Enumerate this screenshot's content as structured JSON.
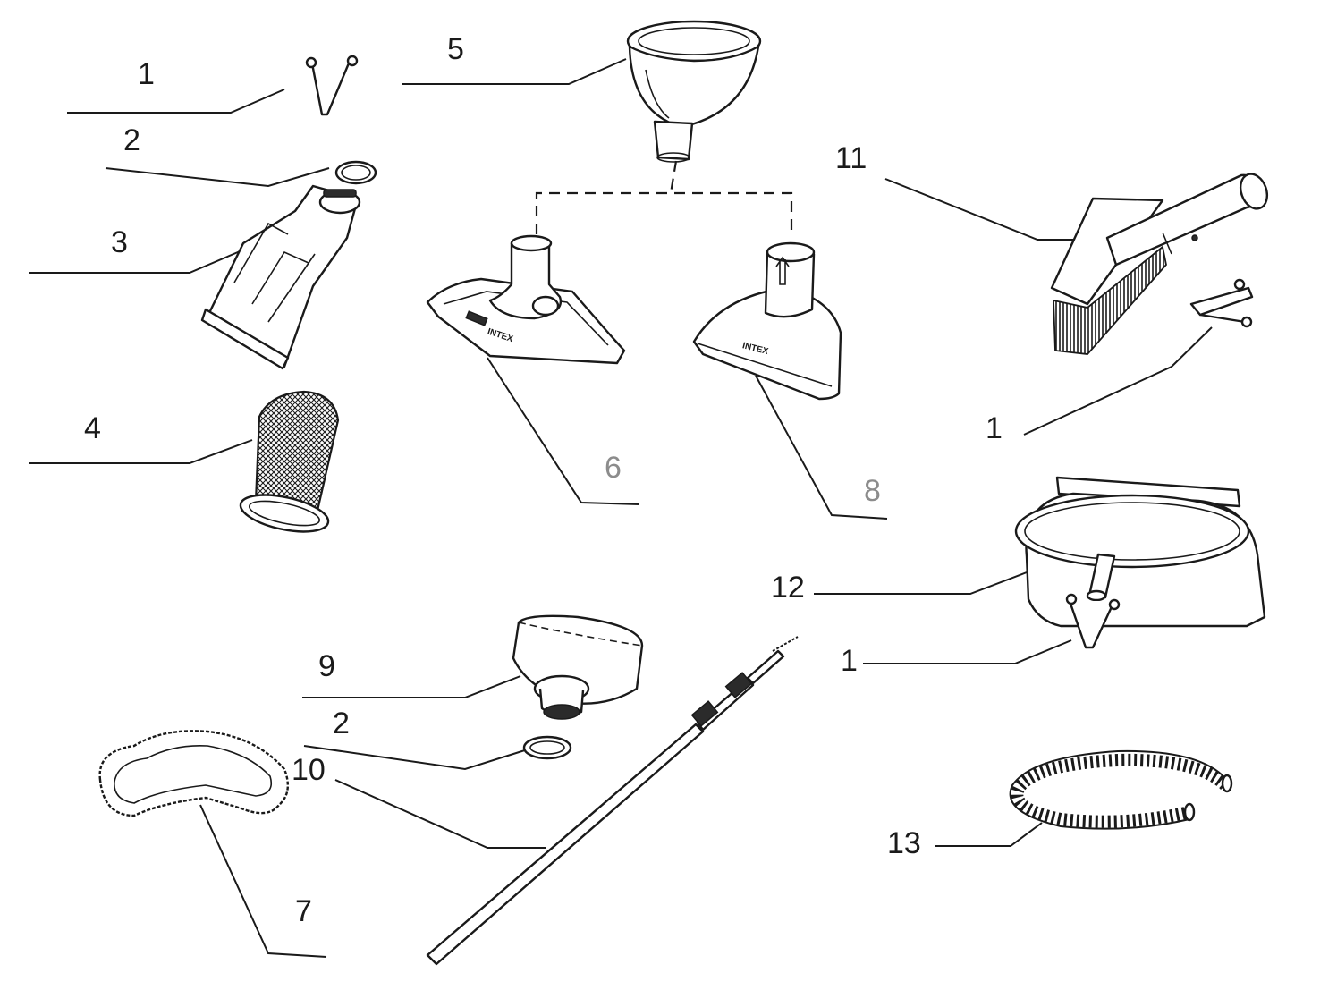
{
  "callouts": {
    "c1a": "1",
    "c2a": "2",
    "c3": "3",
    "c4": "4",
    "c5": "5",
    "c6": "6",
    "c8": "8",
    "c11": "11",
    "c1b": "1",
    "c12": "12",
    "c1c": "1",
    "c9": "9",
    "c2b": "2",
    "c10": "10",
    "c7": "7",
    "c13": "13"
  },
  "logos": {
    "vacuum_head_brand": "INTEX",
    "skimmer_head_brand": "INTEX"
  },
  "colors": {
    "line": "#1a1a1a",
    "background": "#ffffff",
    "muted_label": "#8c8c8c"
  }
}
